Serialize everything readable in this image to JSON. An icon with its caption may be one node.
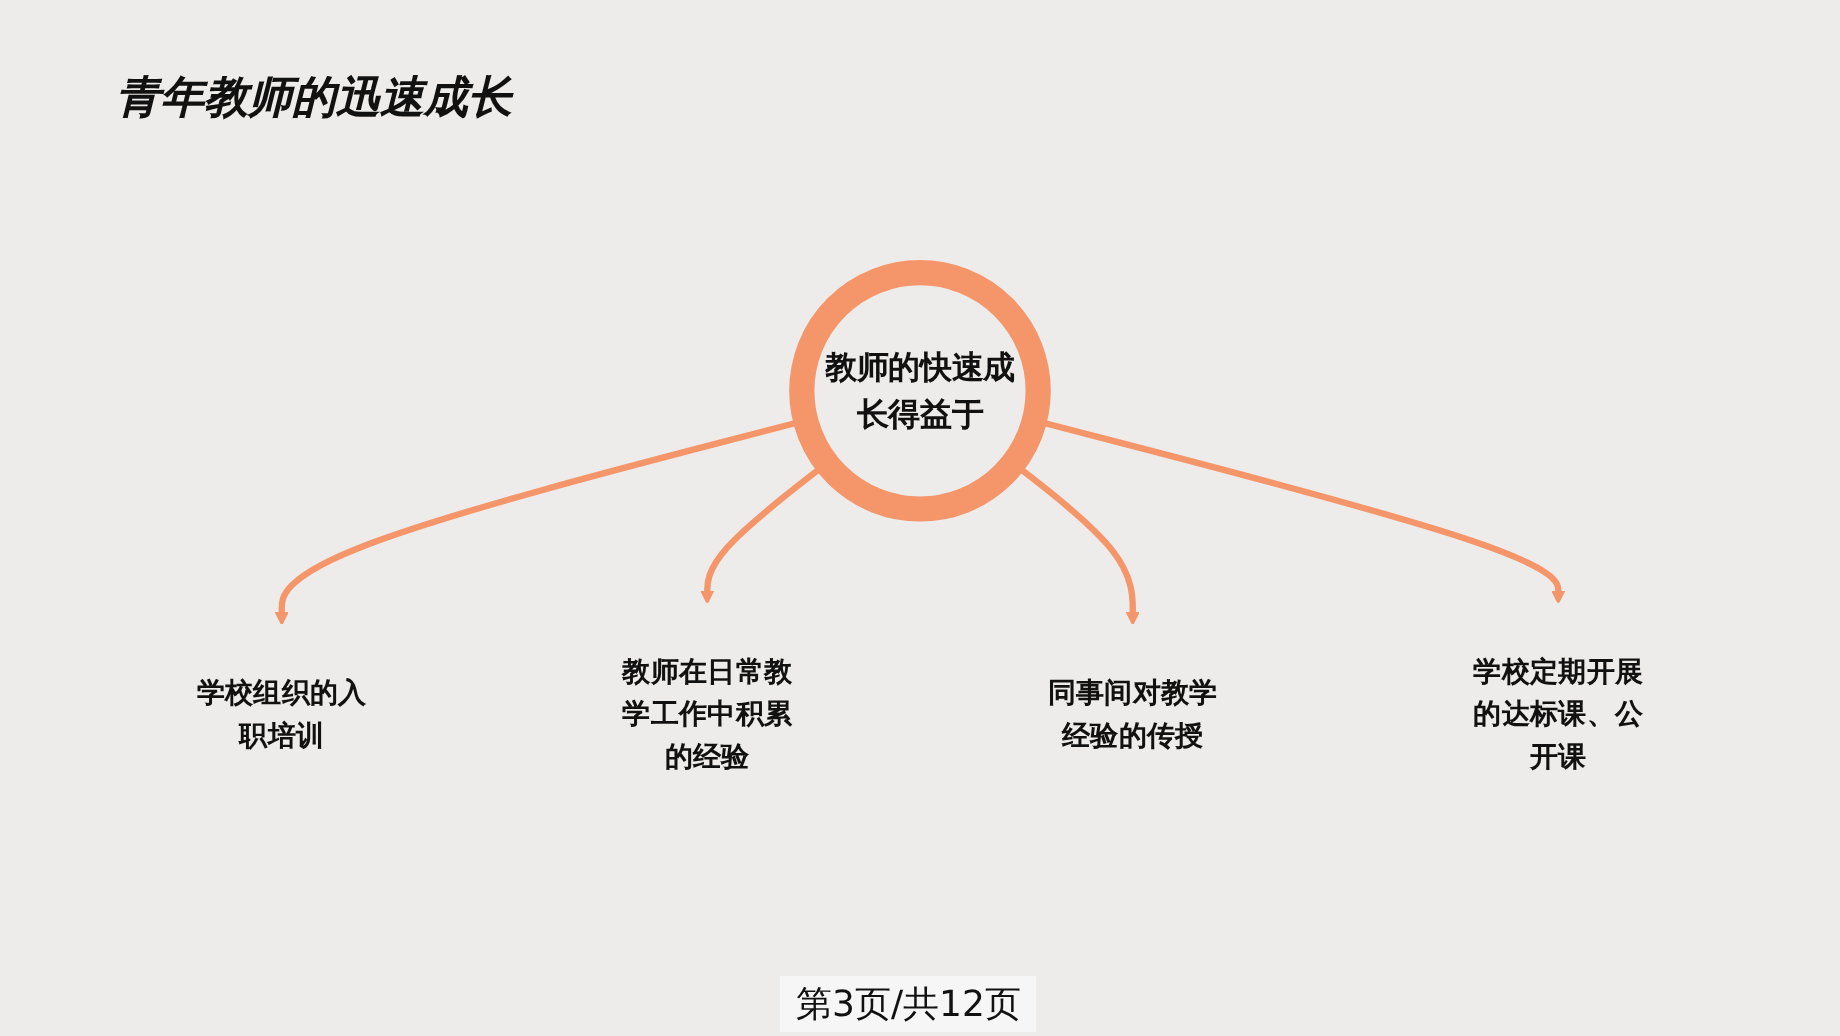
{
  "diagram": {
    "title": "青年教师的迅速成长",
    "nodes": [
      {
        "text": [
          "教师的快速成长得益于"
        ]
      },
      {
        "text": [
          "学校组织的入职培训"
        ]
      },
      {
        "text": [
          "教师在日常教学工作中积累的经验"
        ]
      },
      {
        "text": [
          "同事间对教学经验的传授"
        ]
      },
      {
        "text": [
          "学校定期开展的达标课、公开课"
        ]
      }
    ],
    "edges": [
      {
        "from": 0,
        "to": 1,
        "arrow": "to"
      },
      {
        "from": 0,
        "to": 2,
        "arrow": "to"
      },
      {
        "from": 0,
        "to": 3,
        "arrow": "to"
      },
      {
        "from": 0,
        "to": 4,
        "arrow": "to"
      }
    ],
    "labels": [
      "第3页/共12页"
    ]
  }
}
